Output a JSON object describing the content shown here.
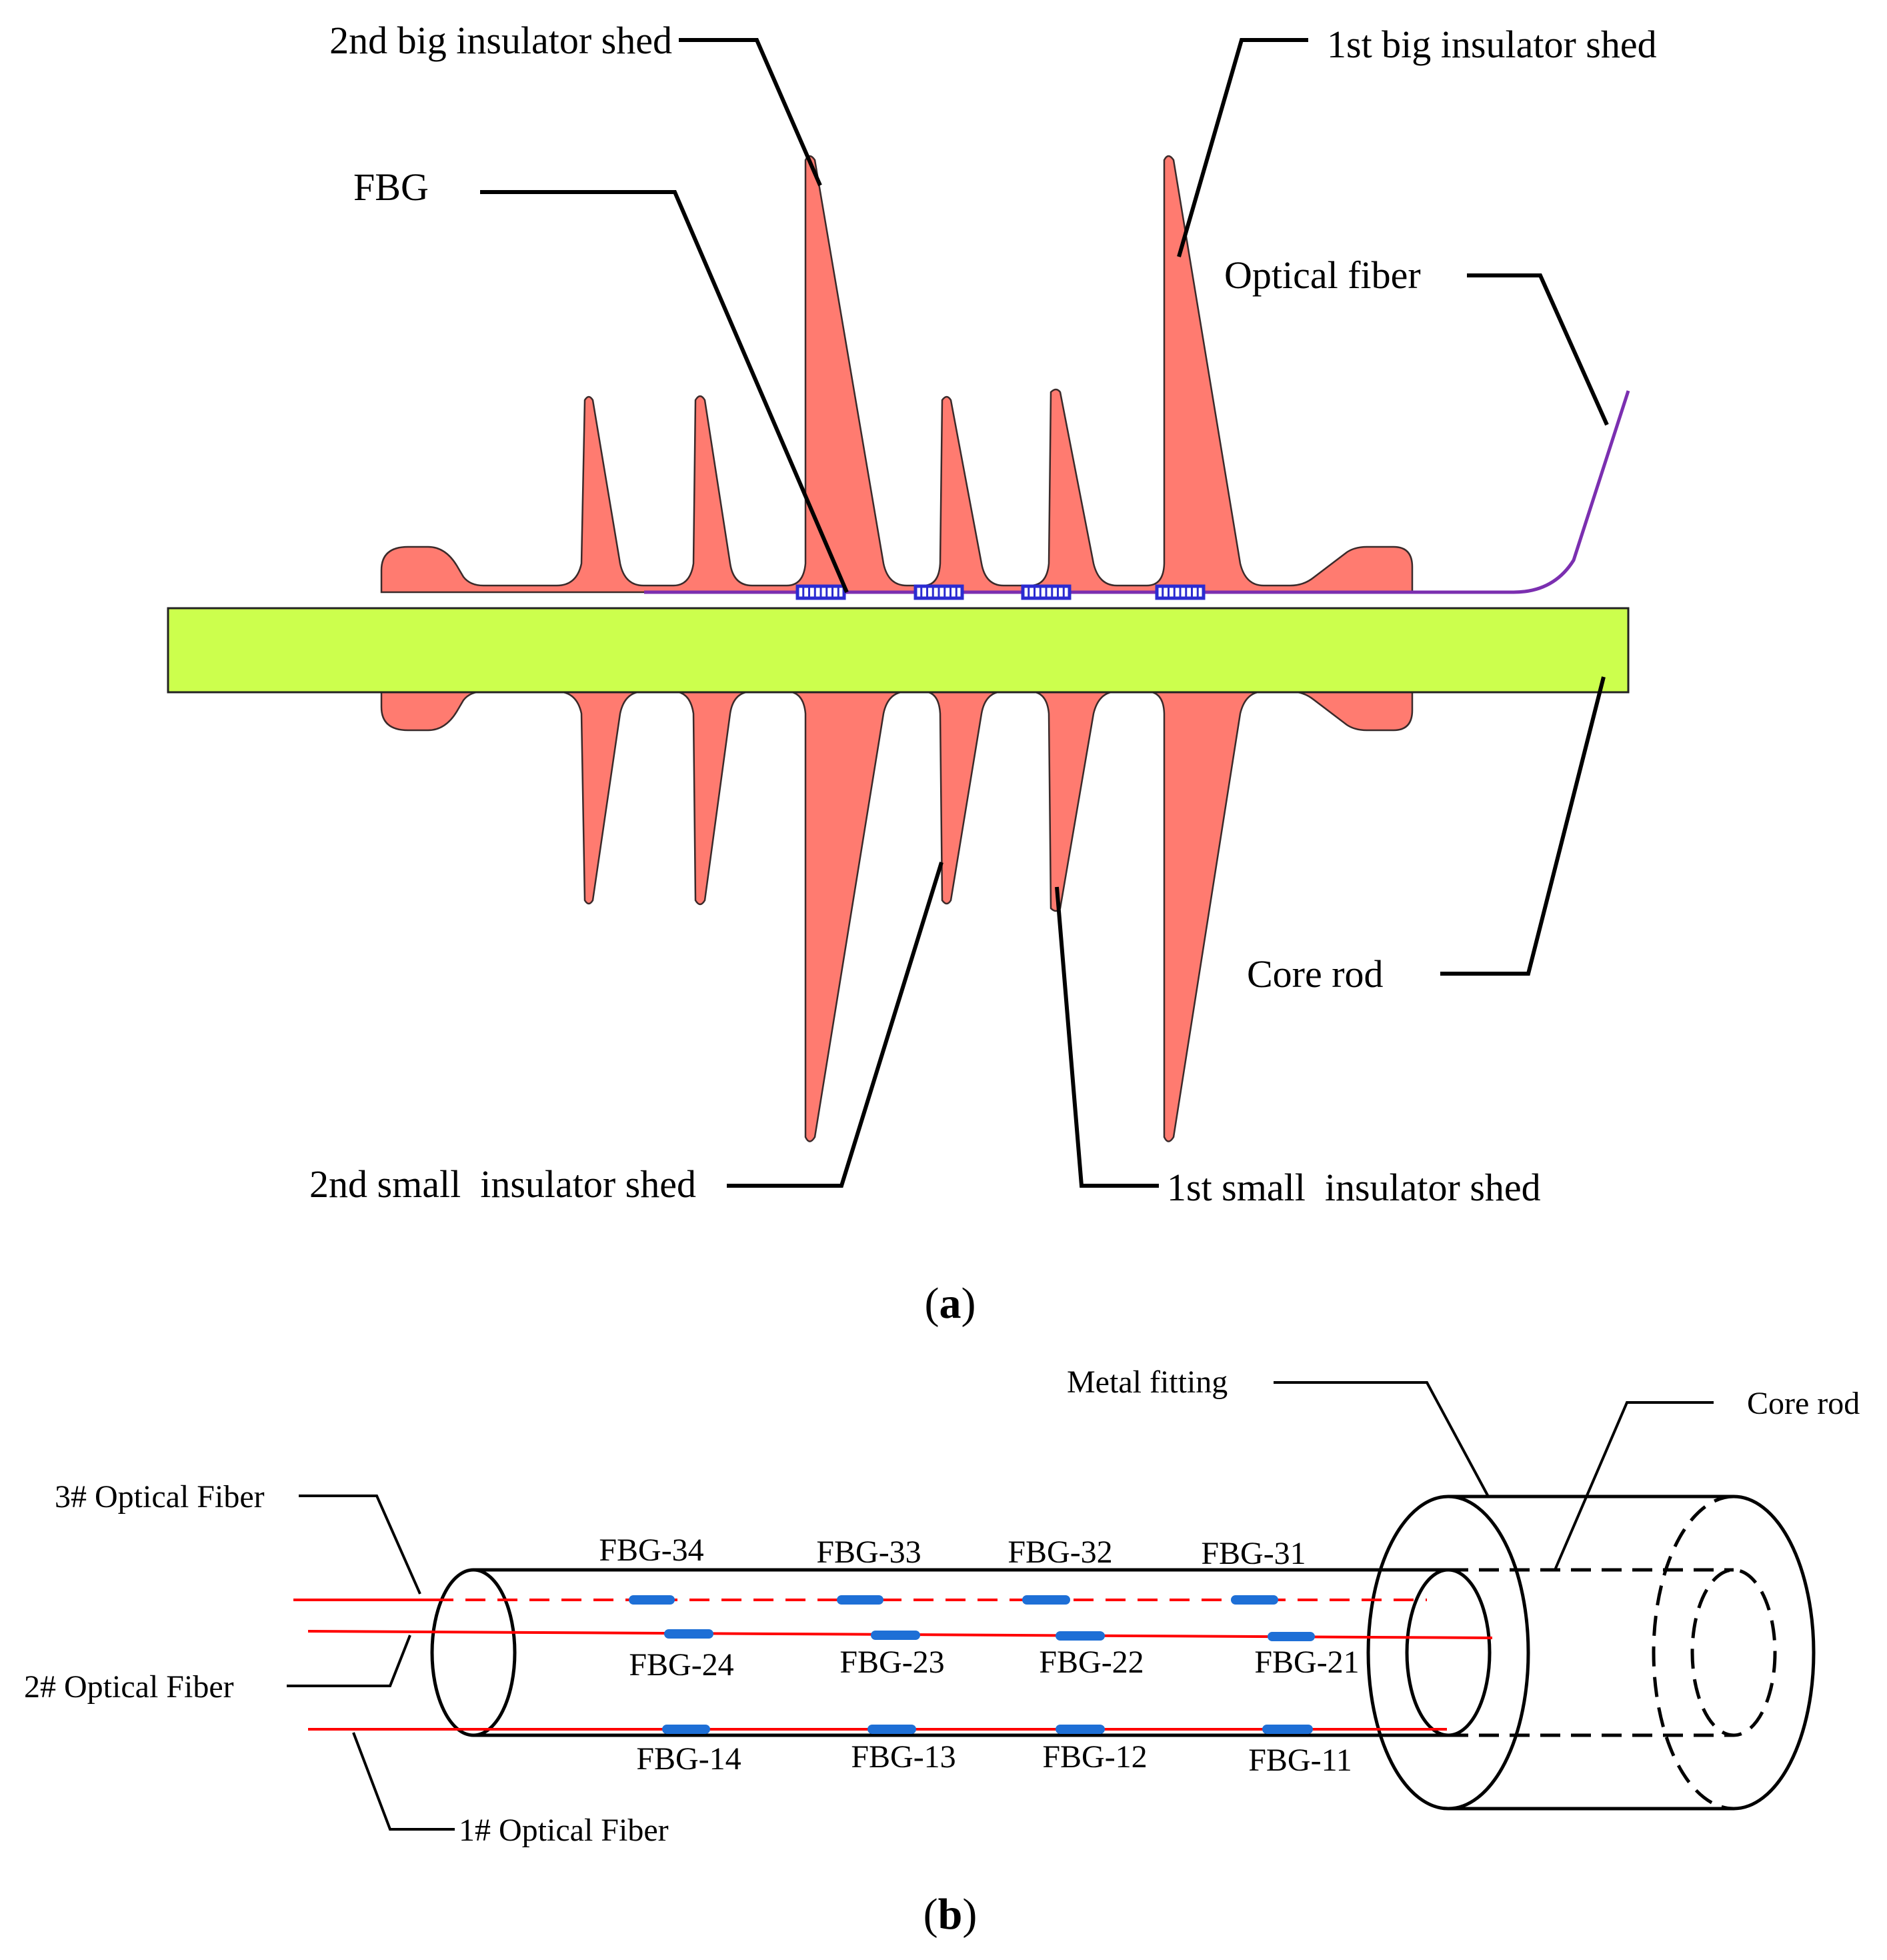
{
  "panel_a": {
    "caption": "a",
    "labels": {
      "big_shed_2": "2nd big insulator shed",
      "big_shed_1": "1st big insulator shed",
      "fbg": "FBG",
      "optical_fiber": "Optical fiber",
      "core_rod": "Core rod",
      "small_shed_2": "2nd small  insulator shed",
      "small_shed_1": "1st small  insulator shed"
    },
    "fbg_count": 4,
    "colors": {
      "shed": "#ff7b70",
      "core_rod": "#ccff4d",
      "optical_fiber": "#7b2fb0",
      "fbg": "#2b2bd1"
    }
  },
  "panel_b": {
    "caption": "b",
    "labels": {
      "metal_fitting": "Metal fitting",
      "core_rod": "Core rod",
      "fiber_3": "3# Optical Fiber",
      "fiber_2": "2# Optical Fiber",
      "fiber_1": "1# Optical Fiber"
    },
    "fibers": [
      {
        "id": "fiber_3",
        "hidden": true,
        "fbgs": [
          "FBG-34",
          "FBG-33",
          "FBG-32",
          "FBG-31"
        ]
      },
      {
        "id": "fiber_2",
        "hidden": false,
        "fbgs": [
          "FBG-24",
          "FBG-23",
          "FBG-22",
          "FBG-21"
        ]
      },
      {
        "id": "fiber_1",
        "hidden": false,
        "fbgs": [
          "FBG-14",
          "FBG-13",
          "FBG-12",
          "FBG-11"
        ]
      }
    ],
    "colors": {
      "optical_fiber": "#ff0000",
      "fbg": "#1e6fd6"
    }
  }
}
